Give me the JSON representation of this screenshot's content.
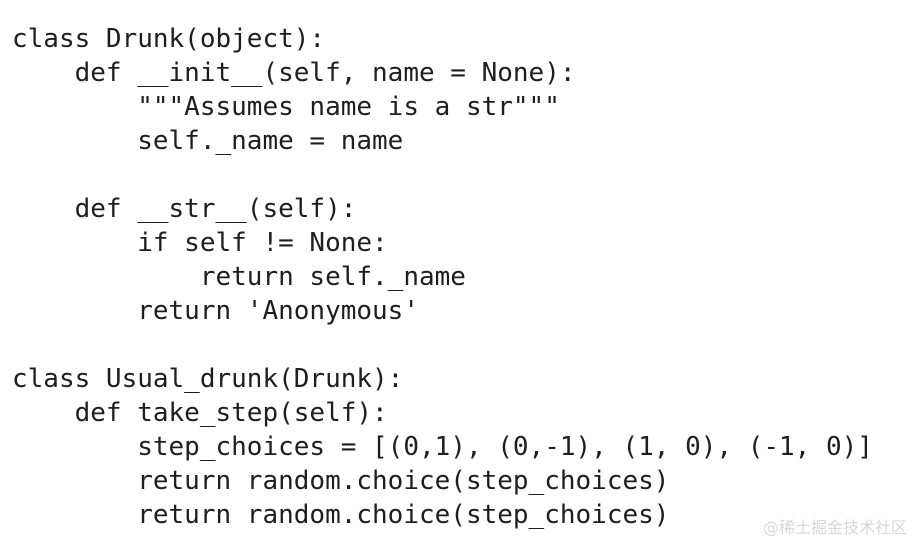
{
  "code": {
    "lines": [
      "class Drunk(object):",
      "    def __init__(self, name = None):",
      "        \"\"\"Assumes name is a str\"\"\"",
      "        self._name = name",
      "",
      "    def __str__(self):",
      "        if self != None:",
      "            return self._name",
      "        return 'Anonymous'",
      "",
      "class Usual_drunk(Drunk):",
      "    def take_step(self):",
      "        step_choices = [(0,1), (0,-1), (1, 0), (-1, 0)]",
      "        return random.choice(step_choices)",
      "        return random.choice(step_choices)"
    ]
  },
  "watermark": {
    "text": "@稀土掘金技术社区"
  }
}
